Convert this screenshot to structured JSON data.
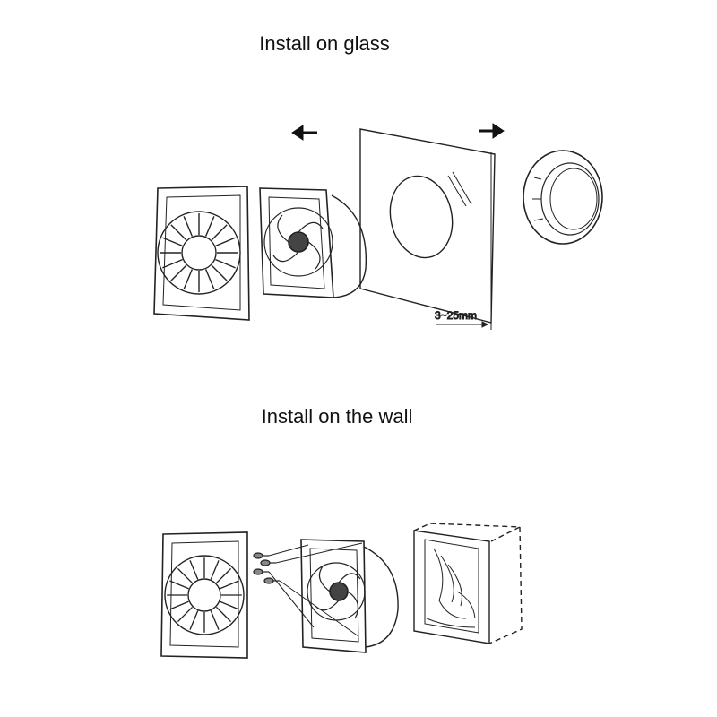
{
  "sections": {
    "glass": {
      "title": "Install on glass",
      "dimension_label": "3~25mm"
    },
    "wall": {
      "title": "Install on the wall"
    }
  },
  "icons": [
    "arrow-left-icon",
    "arrow-right-icon",
    "screw-icon"
  ]
}
